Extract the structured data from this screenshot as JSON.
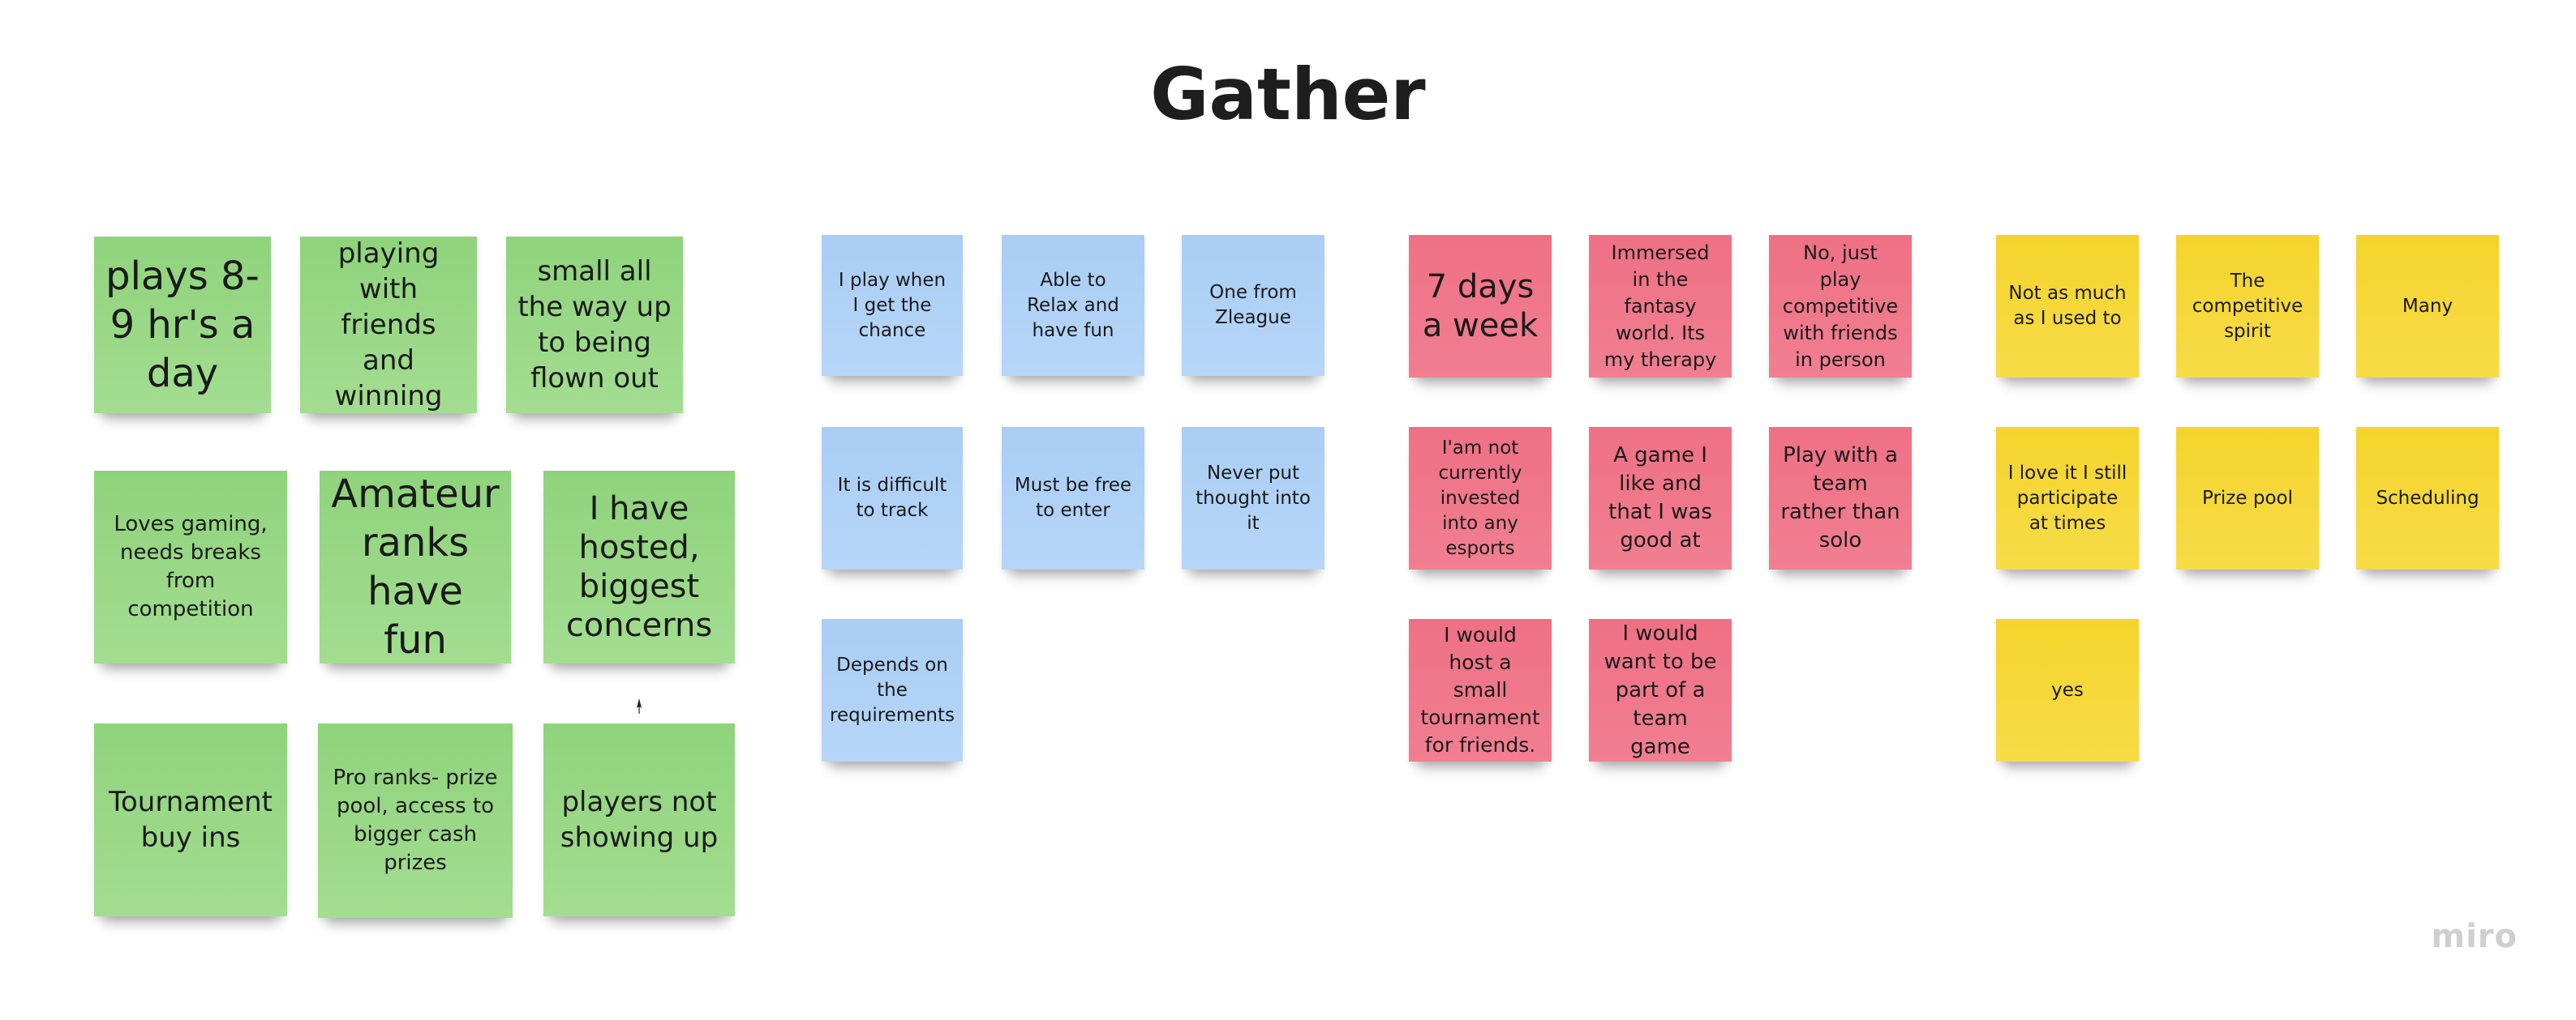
{
  "board": {
    "title": "Gather",
    "logo": "miro"
  },
  "notes": {
    "green": [
      "plays 8-9 hr's a day",
      "playing with friends and winning",
      "small all the way up to being flown out",
      "Loves gaming, needs breaks from competition",
      "Amateur ranks have fun",
      "I have hosted, biggest concerns",
      "Tournament buy ins",
      "Pro ranks- prize pool, access to bigger cash prizes",
      "players not showing up"
    ],
    "blue": [
      "I play when I get the chance",
      "Able to Relax and have fun",
      "One from Zleague",
      "It is difficult to track",
      "Must be free to enter",
      "Never put thought into it",
      "Depends on the requirements"
    ],
    "red": [
      "7 days a week",
      "Immersed in the fantasy world. Its my therapy",
      "No, just play competitive with friends in person",
      "I'am not currently invested into any esports",
      "A game I like and that I was good at",
      "Play with a team rather than solo",
      "I would host a small tournament for friends.",
      "I would want to be part of a team game"
    ],
    "yellow": [
      "Not as much as I used to",
      "The competitive spirit",
      "Many",
      "I love it I still participate at times",
      "Prize pool",
      "Scheduling",
      "yes"
    ]
  },
  "colors": {
    "green": "#9ad887",
    "blue": "#b0d2f5",
    "red": "#f0788b",
    "yellow": "#f6d83a"
  },
  "icons": {
    "cursor": "pointer-cursor-icon"
  }
}
